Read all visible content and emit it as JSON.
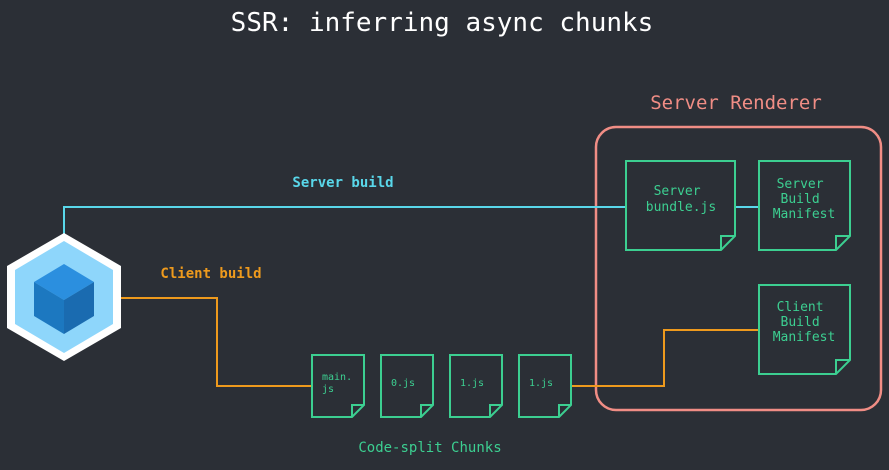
{
  "title": "SSR: inferring async chunks",
  "server_renderer": {
    "label": "Server Renderer",
    "server_bundle": [
      "Server",
      "bundle.js"
    ],
    "server_manifest": [
      "Server",
      "Build",
      "Manifest"
    ],
    "client_manifest": [
      "Client",
      "Build",
      "Manifest"
    ]
  },
  "edges": {
    "server_build": "Server build",
    "client_build": "Client build"
  },
  "chunks": {
    "caption": "Code-split Chunks",
    "files": [
      [
        "main.",
        "js"
      ],
      [
        "0.js"
      ],
      [
        "1.js"
      ],
      [
        "1.js"
      ]
    ]
  },
  "colors": {
    "background": "#2b2f36",
    "title": "#ffffff",
    "server_line": "#59d7ea",
    "client_line": "#ee9a1d",
    "renderer": "#f08d85",
    "file": "#3ccf91",
    "logo_outer": "#ffffff",
    "logo_mid": "#8ed6fb",
    "logo_inner": "#1c78c0"
  },
  "icons": {
    "logo": "webpack-logo-icon",
    "file": "document-folded-corner-icon"
  }
}
